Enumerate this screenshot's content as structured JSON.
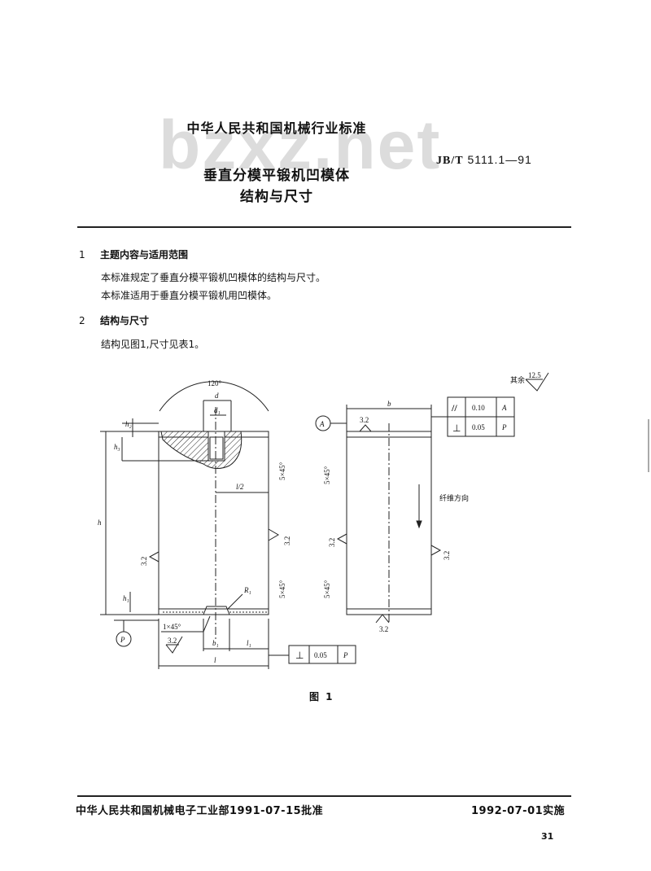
{
  "watermark": "bzxz.net",
  "header": {
    "organization": "中华人民共和国机械行业标准",
    "standard_prefix": "JB/T",
    "standard_number": "5111.1—91",
    "title_line1": "垂直分模平锻机凹模体",
    "title_line2": "结构与尺寸"
  },
  "sections": [
    {
      "number": "1",
      "heading": "主题内容与适用范围",
      "paragraphs": [
        "本标准规定了垂直分模平锻机凹模体的结构与尺寸。",
        "本标准适用于垂直分模平锻机用凹模体。"
      ]
    },
    {
      "number": "2",
      "heading": "结构与尺寸",
      "paragraphs": [
        "结构见图1,尺寸见表1。"
      ]
    }
  ],
  "figure": {
    "caption": "图 1",
    "roughness_note": "其余",
    "roughness_other": "12.5",
    "labels": {
      "angle": "120°",
      "d": "d",
      "d1": "d₁",
      "h": "h",
      "h1": "h₁",
      "h2": "h₂",
      "h3": "h₃",
      "l": "l",
      "l_half": "l/2",
      "l1": "l₁",
      "b": "b",
      "b1": "b₁",
      "R1": "R₁",
      "chamfer_5x45": "5×45°",
      "chamfer_1x45": "1×45°",
      "roughness": "3.2",
      "fiber_direction": "纤维方向",
      "datum_A": "A",
      "datum_P": "P"
    },
    "tolerance_frame_right": [
      {
        "symbol": "//",
        "value": "0.10",
        "datum": "A"
      },
      {
        "symbol": "⊥",
        "value": "0.05",
        "datum": "P"
      }
    ],
    "tolerance_frame_bottom": {
      "symbol": "⊥",
      "value": "0.05",
      "datum": "P"
    }
  },
  "footer": {
    "approval": "中华人民共和国机械电子工业部1991-07-15批准",
    "implementation": "1992-07-01实施",
    "page_number": "31"
  }
}
